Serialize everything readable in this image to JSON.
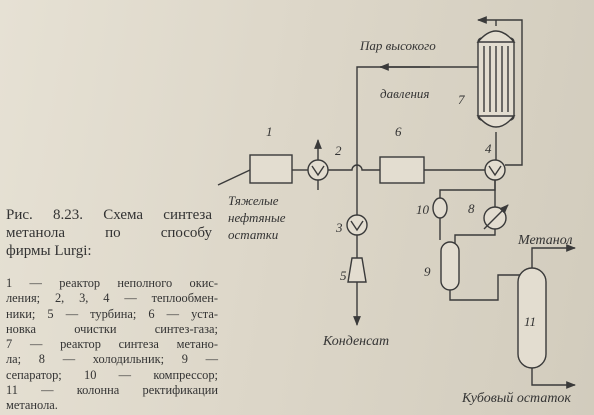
{
  "figure": {
    "caption": {
      "line1": "Рис. 8.23. Схема синтеза",
      "line2": "метанола   по   способу",
      "line3": "фирмы Lurgi:"
    },
    "legend_lines": [
      "1 — реактор неполного окис-",
      "ления; 2, 3, 4 — теплообмен-",
      "ники; 5 — турбина; 6 — уста-",
      "новка очистки синтез-газа;",
      "7 — реактор синтеза метано-",
      "ла; 8 — холодильник; 9 —",
      "сепаратор; 10 — компрессор;",
      "11 — колонна ректификации",
      "метанола."
    ],
    "labels": {
      "steam_1": "Пар высокого",
      "steam_2": "давления",
      "feed_1": "Тяжелые",
      "feed_2": "нефтяные",
      "feed_3": "остатки",
      "condensate": "Конденсат",
      "methanol": "Метанол",
      "bottoms": "Кубовый остаток"
    },
    "numbers": {
      "n1": "1",
      "n2": "2",
      "n3": "3",
      "n4": "4",
      "n5": "5",
      "n6": "6",
      "n7": "7",
      "n8": "8",
      "n9": "9",
      "n10": "10",
      "n11": "11"
    }
  }
}
